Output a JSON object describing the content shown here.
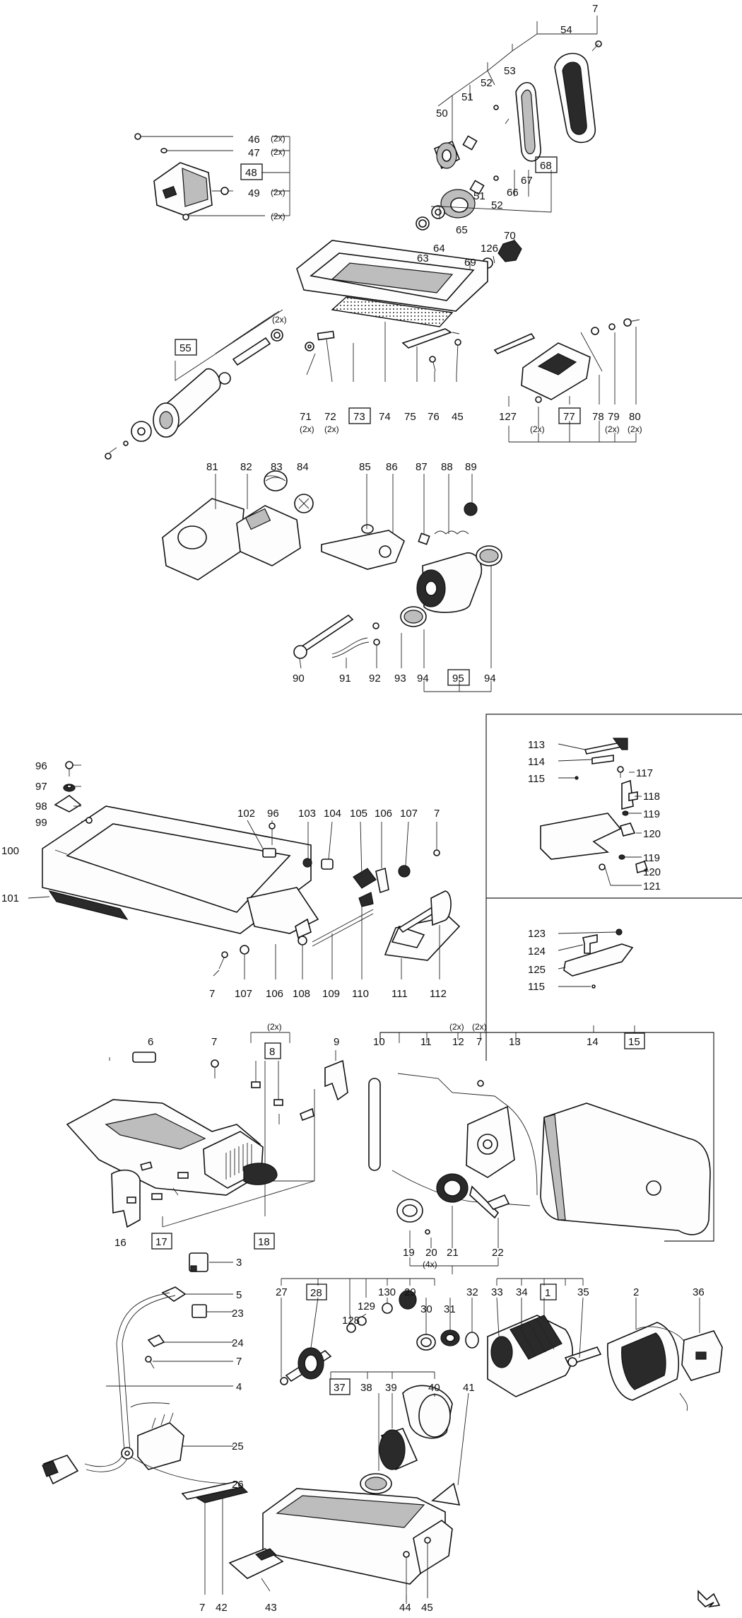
{
  "labels": {
    "n1": "1",
    "n2": "2",
    "n3": "3",
    "n4": "4",
    "n5": "5",
    "n6": "6",
    "n7": "7",
    "n8": "8",
    "n9": "9",
    "n10": "10",
    "n11": "11",
    "n12": "12",
    "n13": "13",
    "n14": "14",
    "n15": "15",
    "n16": "16",
    "n17": "17",
    "n18": "18",
    "n19": "19",
    "n20": "20",
    "n21": "21",
    "n22": "22",
    "n23": "23",
    "n24": "24",
    "n25": "25",
    "n26": "26",
    "n27": "27",
    "n28": "28",
    "n29": "29",
    "n30": "30",
    "n31": "31",
    "n32": "32",
    "n33": "33",
    "n34": "34",
    "n35": "35",
    "n36": "36",
    "n37": "37",
    "n38": "38",
    "n39": "39",
    "n40": "40",
    "n41": "41",
    "n42": "42",
    "n43": "43",
    "n44": "44",
    "n45": "45",
    "n46": "46",
    "n47": "47",
    "n48": "48",
    "n49": "49",
    "n50": "50",
    "n51": "51",
    "n52": "52",
    "n53": "53",
    "n54": "54",
    "n55": "55",
    "n63": "63",
    "n64": "64",
    "n65": "65",
    "n66": "66",
    "n67": "67",
    "n68": "68",
    "n69": "69",
    "n70": "70",
    "n71": "71",
    "n72": "72",
    "n73": "73",
    "n74": "74",
    "n75": "75",
    "n76": "76",
    "n77": "77",
    "n78": "78",
    "n79": "79",
    "n80": "80",
    "n81": "81",
    "n82": "82",
    "n83": "83",
    "n84": "84",
    "n85": "85",
    "n86": "86",
    "n87": "87",
    "n88": "88",
    "n89": "89",
    "n90": "90",
    "n91": "91",
    "n92": "92",
    "n93": "93",
    "n94": "94",
    "n95": "95",
    "n96": "96",
    "n97": "97",
    "n98": "98",
    "n99": "99",
    "n100": "100",
    "n101": "101",
    "n102": "102",
    "n103": "103",
    "n104": "104",
    "n105": "105",
    "n106": "106",
    "n107": "107",
    "n108": "108",
    "n109": "109",
    "n110": "110",
    "n111": "111",
    "n112": "112",
    "n113": "113",
    "n114": "114",
    "n115": "115",
    "n117": "117",
    "n118": "118",
    "n119": "119",
    "n120": "120",
    "n121": "121",
    "n123": "123",
    "n124": "124",
    "n125": "125",
    "n126": "126",
    "n127": "127",
    "n128": "128",
    "n129": "129",
    "n130": "130"
  },
  "quantity": "(2x)",
  "quantity_4x": "(4x)"
}
